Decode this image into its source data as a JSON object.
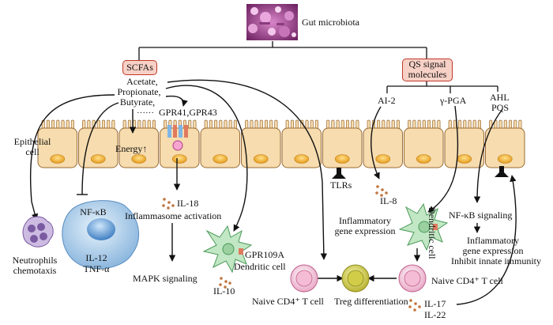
{
  "gut_microbiota": "Gut microbiota",
  "scfas": {
    "title": "SCFAs",
    "acetate": "Acetate,",
    "propionate": "Propionate,",
    "butyrate": "Butyrate,",
    "dots": "······"
  },
  "qs": {
    "line1": "QS signal",
    "line2": "molecules"
  },
  "receptors": "GPR41,GPR43",
  "ai2": "AI-2",
  "pga": "γ-PGA",
  "ahl": "AHL",
  "pqs": "PQS",
  "epithelial": {
    "line1": "Epithelial",
    "line2": "cell"
  },
  "energy": "Energy↑",
  "il18": "IL-18",
  "inflammasome": "Inflammasome activation",
  "mapk": "MAPK signaling",
  "tlrs": "TLRs",
  "il8": "IL-8",
  "nfkb_cell": {
    "nfkb": "NF-κB",
    "il12": "IL-12",
    "tnf": "TNF-α"
  },
  "neutrophils": {
    "line1": "Neutrophils",
    "line2": "chemotaxis"
  },
  "gpr109a": "GPR109A",
  "dendritic_left": "Dendritic cell",
  "il10": "IL-10",
  "inflam_gene": {
    "line1": "Inflammatory",
    "line2": "gene expression"
  },
  "dendritic_right": "Dendritic cell",
  "naive_left": "Naive CD4⁺ T cell",
  "treg": "Treg differentiation",
  "naive_right": "Naive CD4⁺ T cell",
  "nfkb_signaling": "NF-κB signaling",
  "inflam_gene_right": {
    "line1": "Inflammatory",
    "line2": "gene expression"
  },
  "inhibit": "Inhibit innate immunity",
  "il17": "IL-17",
  "il22": "IL-22",
  "colors": {
    "cell_fill": "#f6dcae",
    "cell_stroke": "#9a6a33",
    "nucleus": "#f3b235",
    "box_fill": "#f7d1c6",
    "box_stroke": "#c0392b",
    "neutrophil": "#b9a2d2",
    "macrophage": "#b8d4ee",
    "dendritic": "#c2e7c4",
    "t_cell": "#f2c3d8",
    "treg": "#e6e57a",
    "cytokine": "#c0753e"
  }
}
